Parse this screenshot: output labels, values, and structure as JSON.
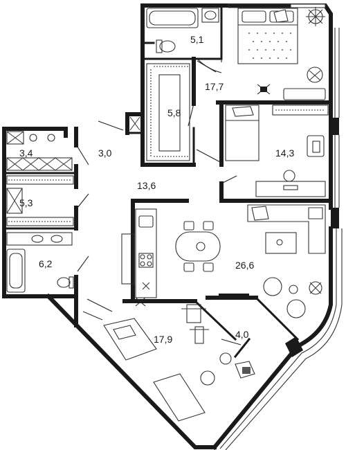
{
  "rooms": [
    {
      "id": "bath-top",
      "area": "5,1"
    },
    {
      "id": "bedroom-master",
      "area": "17,7"
    },
    {
      "id": "wardrobe",
      "area": "5,8"
    },
    {
      "id": "laundry",
      "area": "3,4"
    },
    {
      "id": "hall-small",
      "area": "3,0"
    },
    {
      "id": "bedroom-right",
      "area": "14,3"
    },
    {
      "id": "hall",
      "area": "13,6"
    },
    {
      "id": "storage",
      "area": "5,3"
    },
    {
      "id": "bath-left",
      "area": "6,2"
    },
    {
      "id": "living-kitchen",
      "area": "26,6"
    },
    {
      "id": "bedroom-kids",
      "area": "17,9"
    },
    {
      "id": "study",
      "area": "4,0"
    }
  ],
  "colors": {
    "wall": "#1a1a1a",
    "furniture": "#333333",
    "background": "#ffffff"
  }
}
